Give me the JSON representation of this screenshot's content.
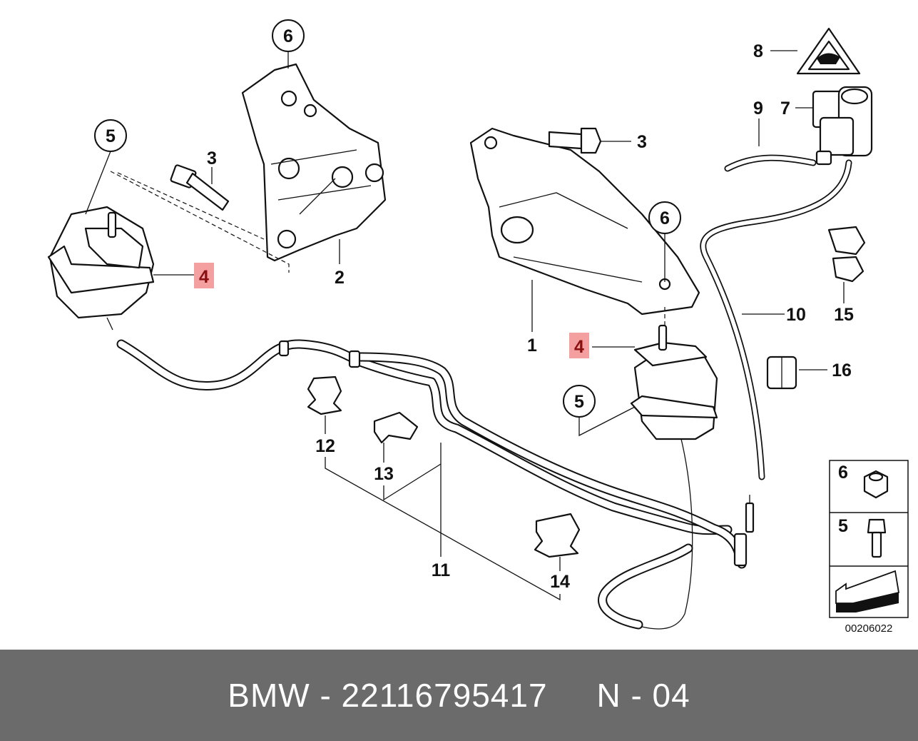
{
  "callouts": {
    "c1": "1",
    "c2": "2",
    "c3_left": "3",
    "c3_right": "3",
    "c4_left": "4",
    "c4_right": "4",
    "c5_left": "5",
    "c5_right": "5",
    "c6_top": "6",
    "c6_mid": "6",
    "c7": "7",
    "c8": "8",
    "c9": "9",
    "c10": "10",
    "c11": "11",
    "c12": "12",
    "c13": "13",
    "c14": "14",
    "c15": "15",
    "c16": "16"
  },
  "legend": {
    "item_6": "6",
    "item_5": "5",
    "ref_code": "00206022"
  },
  "footer": {
    "text": "BMW - 22116795417     N - 04"
  },
  "colors": {
    "highlight_fill": "#f4a0a0",
    "highlight_text": "#8a1010",
    "footer_bg": "#6b6b6b"
  },
  "icons": {
    "warning": "warning-triangle-icon",
    "direction": "front-direction-arrow-icon"
  }
}
